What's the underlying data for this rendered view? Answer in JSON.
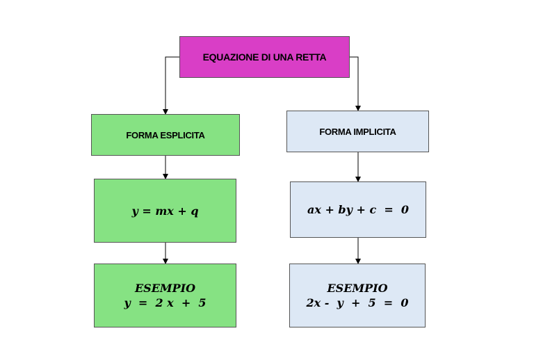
{
  "colors": {
    "root_fill": "#d93ec6",
    "green_fill": "#86e283",
    "blue_fill": "#dde8f5",
    "connector": "#000000"
  },
  "root": {
    "label": "EQUAZIONE DI UNA RETTA"
  },
  "left_branch": {
    "header": "FORMA ESPLICITA",
    "formula": "y = mx + q",
    "example_label": "ESEMPIO",
    "example_formula": "y  =  2 x  +  5"
  },
  "right_branch": {
    "header": "FORMA IMPLICITA",
    "formula": "ax + by + c  =  0",
    "example_label": "ESEMPIO",
    "example_formula": "2x -  y  +  5  =  0"
  }
}
